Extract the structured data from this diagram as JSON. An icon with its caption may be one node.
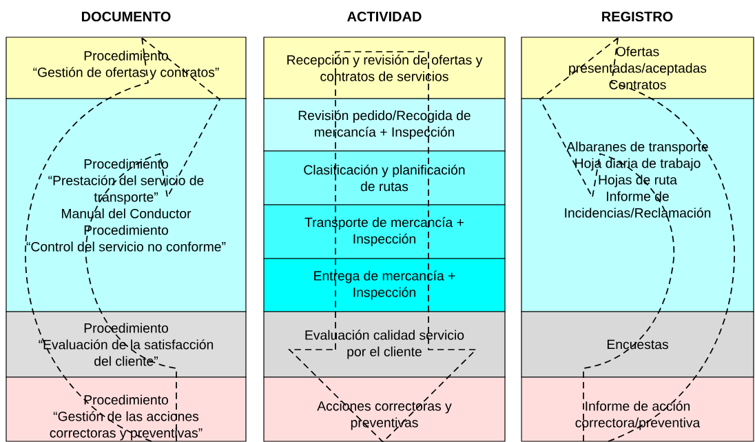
{
  "diagram": {
    "nodes": [
      {
        "text": [
          "Procedimiento",
          "“Gestión de ofertas y contratos”"
        ]
      },
      {
        "text": [
          "Procedimiento",
          "“Prestación del servicio de transporte”",
          "Manual del Conductor",
          "Procedimiento",
          "“Control del servicio no conforme”"
        ]
      },
      {
        "text": [
          "Procedimiento",
          "“Evaluación de la satisfacción del cliente”"
        ]
      },
      {
        "text": [
          "Procedimiento",
          "“Gestión de las acciones correctoras y preventivas”"
        ]
      },
      {
        "text": [
          "Recepción y revisión de ofertas y contratos de servicios"
        ]
      },
      {
        "text": [
          "Revisión pedido/Recogida de mercancía + Inspección"
        ]
      },
      {
        "text": [
          "Clasificación y planificación de rutas"
        ]
      },
      {
        "text": [
          "Transporte de mercancía + Inspección"
        ]
      },
      {
        "text": [
          "Entrega de mercancía + Inspección"
        ]
      },
      {
        "text": [
          "Evaluación calidad servicio por el cliente"
        ]
      },
      {
        "text": [
          "Acciones correctoras y preventivas"
        ]
      },
      {
        "text": [
          "Ofertas presentadas/aceptadas",
          "Contratos"
        ]
      },
      {
        "text": [
          "Albaranes de transporte",
          "Hoja diaria de trabajo",
          "Hojas de ruta",
          "Informe de Incidencias/Reclamación"
        ]
      },
      {
        "text": [
          "Encuestas"
        ]
      },
      {
        "text": [
          "Informe de acción correctora/preventiva"
        ]
      }
    ],
    "edges": [
      {
        "from": 4,
        "to": 10,
        "arrow": "to",
        "style": "dashed"
      }
    ],
    "labels": [
      "DOCUMENTO",
      "ACTIVIDAD",
      "REGISTRO"
    ]
  }
}
